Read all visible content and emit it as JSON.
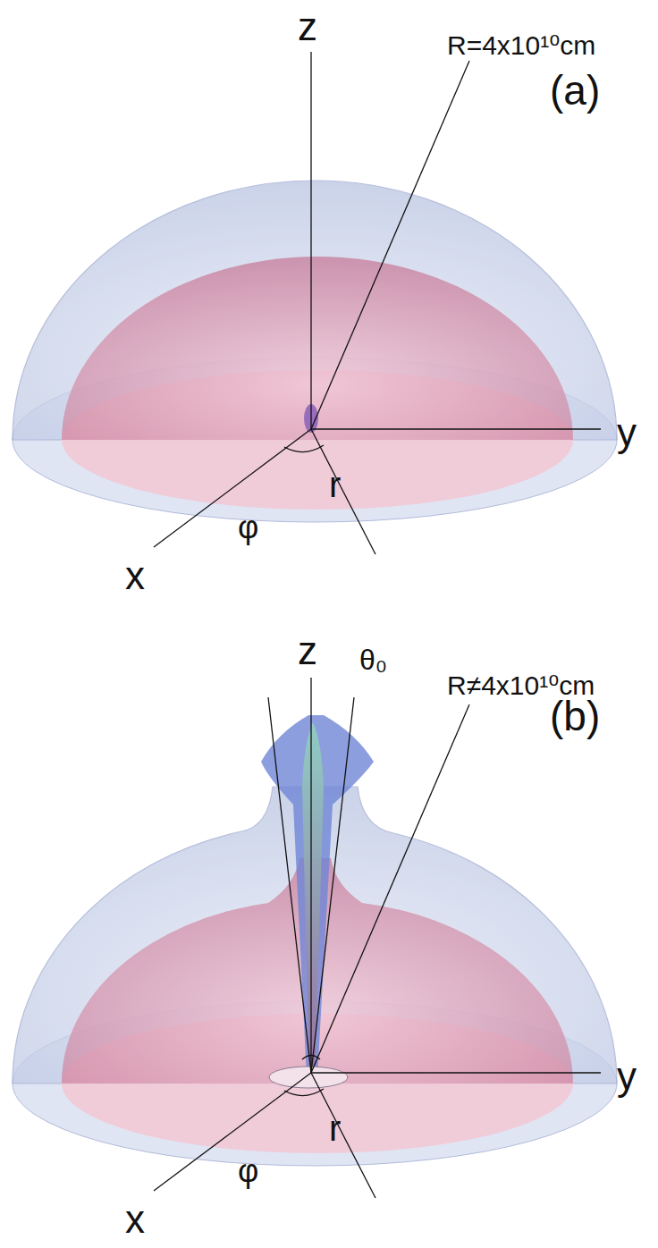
{
  "diagram": {
    "labels": [
      "z",
      "(a)",
      "R=4x10¹⁰cm",
      "y",
      "r",
      "x",
      "φ",
      "z",
      "θ₀",
      "(b)",
      "R≠4x10¹⁰cm",
      "y",
      "r",
      "x",
      "φ"
    ]
  }
}
